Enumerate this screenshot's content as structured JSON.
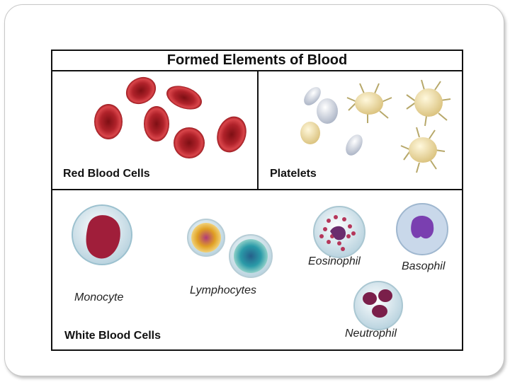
{
  "figure": {
    "title": "Formed Elements of Blood",
    "panels": {
      "red_blood_cells": "Red Blood Cells",
      "platelets": "Platelets",
      "white_blood_cells": "White Blood Cells"
    },
    "cell_labels": {
      "monocyte": "Monocyte",
      "lymphocytes": "Lymphocytes",
      "eosinophil": "Eosinophil",
      "basophil": "Basophil",
      "neutrophil": "Neutrophil"
    }
  },
  "colors": {
    "rbc": "#c0272d",
    "platelet_inactive": "#d8dde6",
    "platelet_activated": "#d9c98a",
    "eosinophil_granules": "#b5365a",
    "basophil_nucleus": "#7a3fb0",
    "lymphocyte_a": "#d7a21f",
    "lymphocyte_b": "#2a8fa6",
    "monocyte_nucleus": "#a01e3a",
    "neutrophil_nucleus": "#7a1f4a"
  }
}
